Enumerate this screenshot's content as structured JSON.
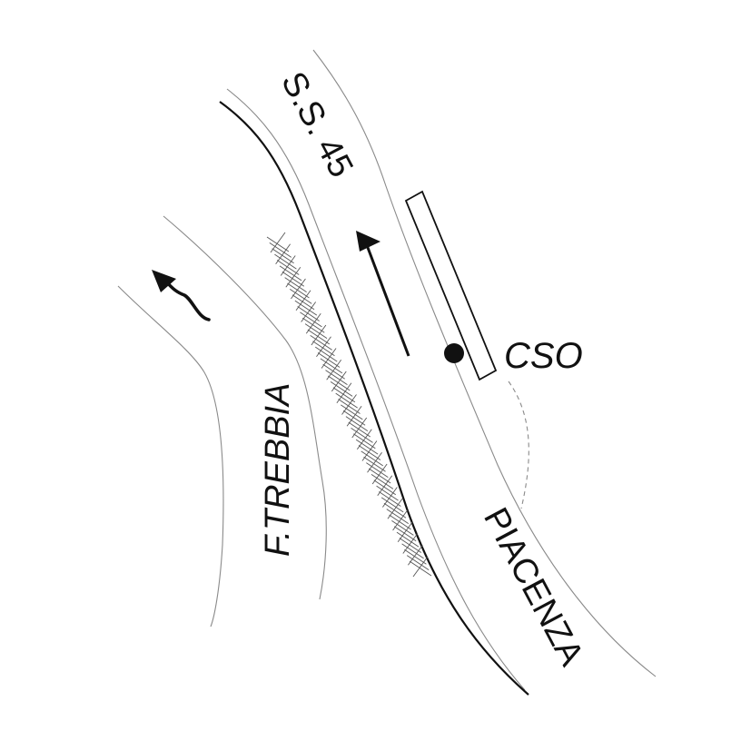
{
  "labels": {
    "road": "S.S. 45",
    "river": "F.TREBBIA",
    "city": "PIACENZA",
    "cso": "CSO"
  },
  "icons": {
    "traffic_direction": "arrow-up-icon",
    "river_flow": "curved-arrow-icon",
    "cso_point": "filled-circle-icon"
  },
  "colors": {
    "ink": "#111111",
    "thin_lines": "#8a8a8a",
    "hatch": "#555555",
    "background": "#ffffff"
  }
}
